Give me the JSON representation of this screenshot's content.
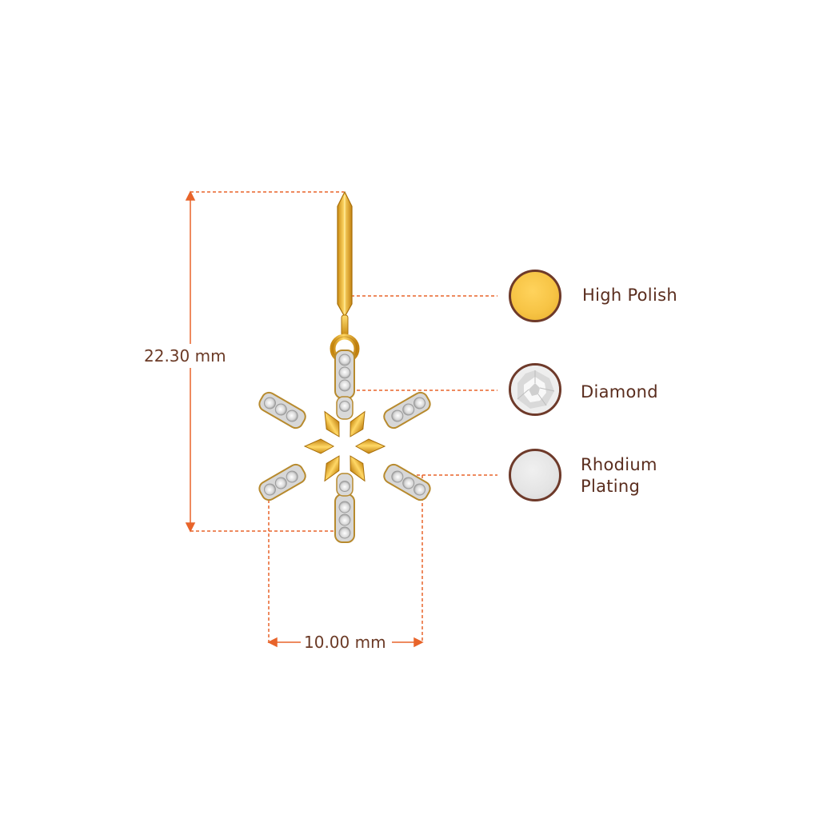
{
  "dimensions": {
    "height_label": "22.30 mm",
    "width_label": "10.00 mm"
  },
  "legend": [
    {
      "label": "High Polish",
      "swatch": "high-polish",
      "color": "#f7c64a"
    },
    {
      "label": "Diamond",
      "swatch": "diamond",
      "color": "#ececec"
    },
    {
      "label": "Rhodium\nPlating",
      "label_line1": "Rhodium",
      "label_line2": "Plating",
      "swatch": "rhodium",
      "color": "#e6e6e6"
    }
  ],
  "colors": {
    "dimension_line": "#e8642a",
    "text": "#5a2d1e",
    "gold": "#f1b62c",
    "gold_dark": "#b97a0a",
    "swatch_border": "#6e3a2a"
  }
}
